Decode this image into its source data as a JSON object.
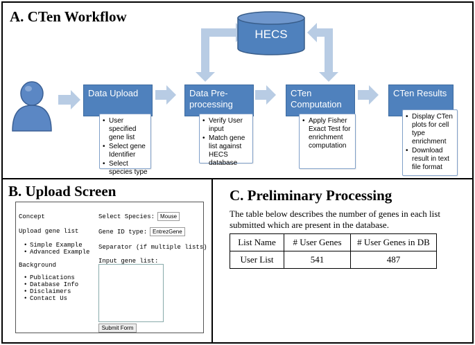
{
  "panel_a": {
    "title": "A. CTen Workflow",
    "database": "HECS",
    "steps": [
      {
        "title": "Data Upload",
        "items": [
          "User specified gene list",
          "Select gene Identifier",
          "Select species type"
        ]
      },
      {
        "title": "Data Pre-processing",
        "items": [
          "Verify User input",
          "Match gene list against HECS database"
        ]
      },
      {
        "title": "CTen Computation",
        "items": [
          "Apply Fisher Exact Test for enrichment computation"
        ]
      },
      {
        "title": "CTen Results",
        "items": [
          "Display CTen plots for cell type enrichment",
          "Download result in text file format"
        ]
      }
    ],
    "colors": {
      "box": "#4f81bd",
      "arrow": "#b8cce4",
      "database": "#4f81bd"
    },
    "icons": [
      "user-icon",
      "database-icon"
    ]
  },
  "panel_b": {
    "title": "B. Upload Screen",
    "nav": {
      "concept": "Concept",
      "upload_gene_list": "Upload gene list",
      "upload_items": [
        "Simple Example",
        "Advanced Example"
      ],
      "background": "Background",
      "background_items": [
        "Publications",
        "Database Info",
        "Disclaimers",
        "Contact Us"
      ]
    },
    "form": {
      "species_label": "Select Species:",
      "species_value": "Mouse",
      "gene_id_label": "Gene ID type:",
      "gene_id_value": "EntrezGene",
      "separator_label": "Separator (if multiple lists)",
      "input_label": "Input gene list:",
      "submit_label": "Submit Form"
    }
  },
  "panel_c": {
    "title": "C. Preliminary Processing",
    "description": "The table below describes the number of genes in each list submitted which are present in the database.",
    "table": {
      "headers": [
        "List Name",
        "# User Genes",
        "# User Genes in DB"
      ],
      "rows": [
        [
          "User List",
          "541",
          "487"
        ]
      ]
    }
  }
}
